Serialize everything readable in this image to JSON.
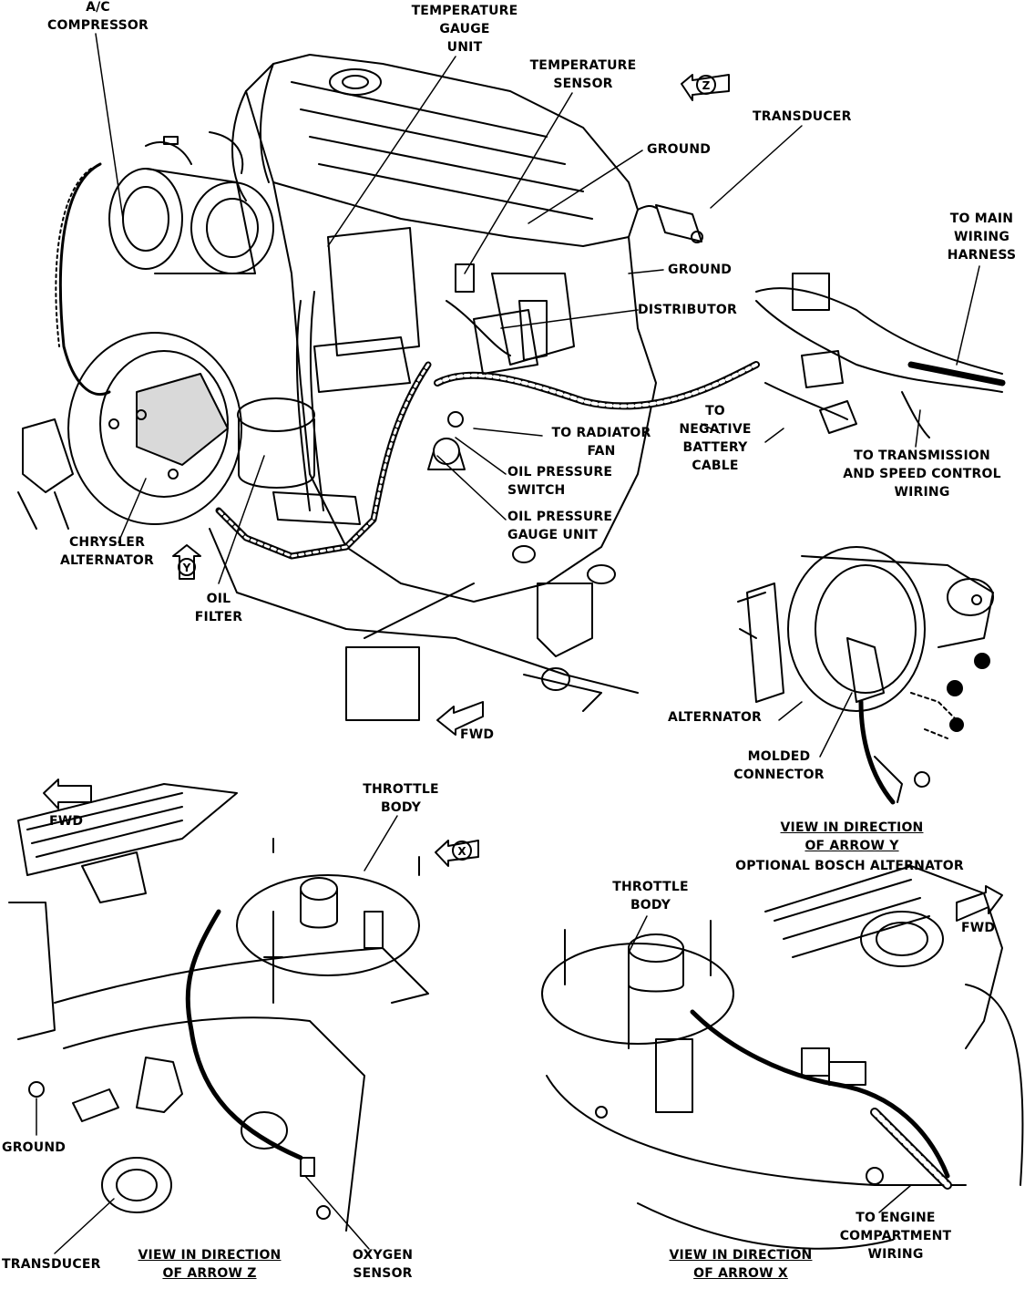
{
  "labels": {
    "ac_compressor": [
      "A/C",
      "COMPRESSOR"
    ],
    "temperature_gauge_unit": [
      "TEMPERATURE",
      "GAUGE",
      "UNIT"
    ],
    "temperature_sensor": [
      "TEMPERATURE",
      "SENSOR"
    ],
    "transducer_top": "TRANSDUCER",
    "ground_upper": "GROUND",
    "ground_lower": "GROUND",
    "to_main_wiring_harness": [
      "TO MAIN",
      "WIRING",
      "HARNESS"
    ],
    "distributor": "DISTRIBUTOR",
    "to_negative_battery_cable": [
      "TO",
      "NEGATIVE",
      "BATTERY",
      "CABLE"
    ],
    "to_radiator_fan": [
      "TO RADIATOR",
      "FAN"
    ],
    "oil_pressure_switch": [
      "OIL PRESSURE",
      "SWITCH"
    ],
    "oil_pressure_gauge_unit": [
      "OIL PRESSURE",
      "GAUGE UNIT"
    ],
    "to_transmission_wiring": [
      "TO TRANSMISSION",
      "AND SPEED CONTROL",
      "WIRING"
    ],
    "chrysler_alternator": [
      "CHRYSLER",
      "ALTERNATOR"
    ],
    "oil_filter": [
      "OIL",
      "FILTER"
    ],
    "fwd_main": "FWD",
    "alternator": "ALTERNATOR",
    "molded_connector": [
      "MOLDED",
      "CONNECTOR"
    ],
    "view_y": [
      "VIEW IN DIRECTION",
      "OF ARROW Y"
    ],
    "optional_bosch": "OPTIONAL BOSCH ALTERNATOR",
    "throttle_body_z": [
      "THROTTLE",
      "BODY"
    ],
    "fwd_z": "FWD",
    "ground_z": "GROUND",
    "transducer_z": "TRANSDUCER",
    "view_z": [
      "VIEW IN DIRECTION",
      "OF ARROW Z"
    ],
    "oxygen_sensor": [
      "OXYGEN",
      "SENSOR"
    ],
    "throttle_body_x": [
      "THROTTLE",
      "BODY"
    ],
    "fwd_x": "FWD",
    "to_engine_compartment_wiring": [
      "TO ENGINE",
      "COMPARTMENT",
      "WIRING"
    ],
    "view_x": [
      "VIEW IN DIRECTION",
      "OF ARROW X"
    ]
  },
  "arrow_markers": {
    "z": "Z",
    "y": "Y",
    "x": "X"
  }
}
